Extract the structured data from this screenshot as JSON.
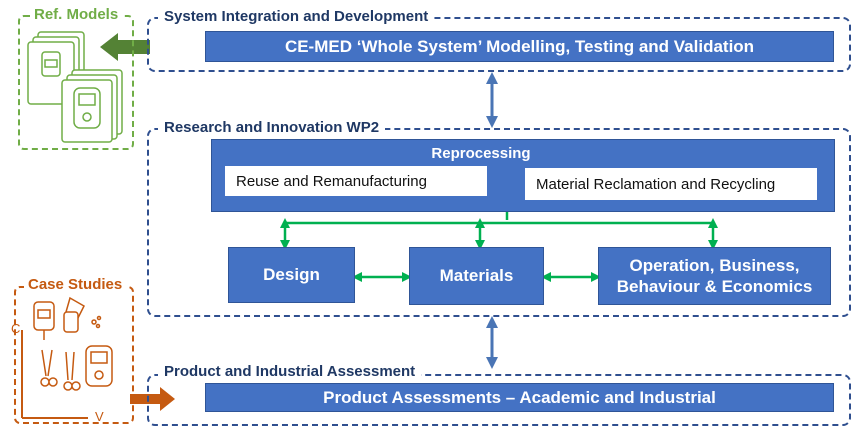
{
  "sections": {
    "system_integration": "System Integration and Development",
    "research_innovation": "Research and Innovation WP2",
    "product_assessment": "Product and Industrial Assessment"
  },
  "boxes": {
    "ce_med": "CE-MED ‘Whole System’ Modelling, Testing and Validation",
    "reprocessing": "Reprocessing",
    "reuse": "Reuse and Remanufacturing",
    "reclamation": "Material Reclamation and Recycling",
    "design": "Design",
    "materials": "Materials",
    "operation": "Operation, Business, Behaviour & Economics",
    "product_assessments": "Product Assessments – Academic and Industrial"
  },
  "side": {
    "ref_models": "Ref. Models",
    "case_studies": "Case Studies",
    "axis_c": "C",
    "axis_v": "V"
  },
  "colors": {
    "blue": "#4472c4",
    "dash_blue": "#2f4f8f",
    "green_arrow": "#00b050",
    "ref_green": "#70ad47",
    "case_orange": "#c55a11",
    "vertical_arrow": "#4a75b5"
  }
}
